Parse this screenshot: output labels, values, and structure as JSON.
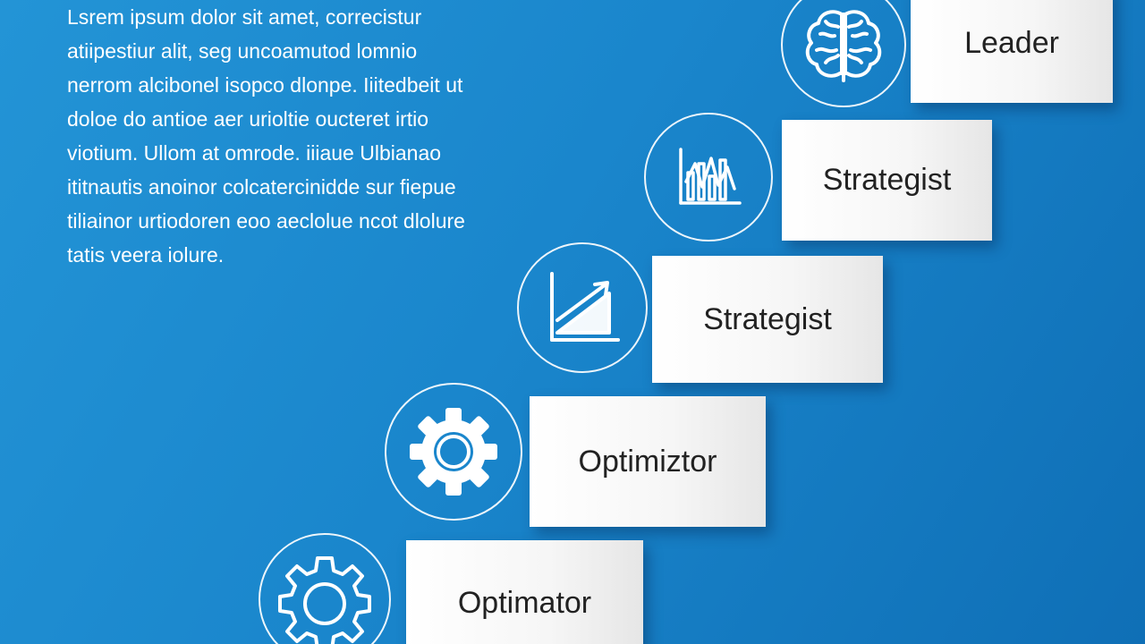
{
  "colors": {
    "background_start": "#2394d6",
    "background_end": "#0f6fb6",
    "card": "#ffffff",
    "text_dark": "#222222",
    "text_light": "#ffffff"
  },
  "intro": {
    "lines": [
      "Lsrem ipsum dolor sit amet, correcistur",
      "atiipestiur alit,  seg uncoamutod lomnio",
      "nerrom alcibonel isopco dlonpe. Iiitedbeit ut",
      "doloe do antioe aer urioltie oucteret irtio",
      "viotium. Ullom at omrode. iiiaue Ulbianao",
      "ititnautis anoinor colcatercinidde sur fiepue",
      "tiliainor urtiodoren eoo aeclolue ncot dlolure",
      "tatis veera iolure."
    ]
  },
  "steps": [
    {
      "label": "Leader",
      "icon": "brain-icon"
    },
    {
      "label": "Strategist",
      "icon": "analytics-chart-icon"
    },
    {
      "label": "Strategist",
      "icon": "growth-chart-icon"
    },
    {
      "label": "Optimiztor",
      "icon": "gear-icon"
    },
    {
      "label": "Optimator",
      "icon": "gear-icon"
    }
  ]
}
